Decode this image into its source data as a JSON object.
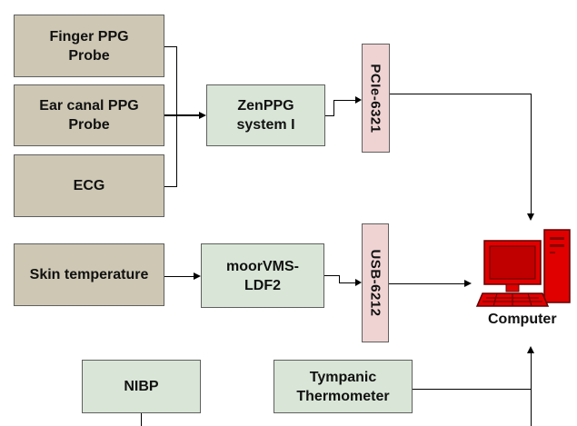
{
  "boxes": {
    "finger_ppg": "Finger PPG Probe",
    "ear_ppg": "Ear canal PPG Probe",
    "ecg": "ECG",
    "zenppg": "ZenPPG system I",
    "pcie": "PCIe-6321",
    "skin_temp": "Skin temperature",
    "moorvms": "moorVMS-LDF2",
    "usb": "USB-6212",
    "nibp": "NIBP",
    "tympanic": "Tympanic Thermometer"
  },
  "computer": {
    "label": "Computer",
    "icon": "computer-icon"
  },
  "colors": {
    "sensor_fill": "#cdc7b4",
    "device_fill": "#d9e6d7",
    "daq_fill": "#efd3d3",
    "computer_red": "#e00000"
  }
}
